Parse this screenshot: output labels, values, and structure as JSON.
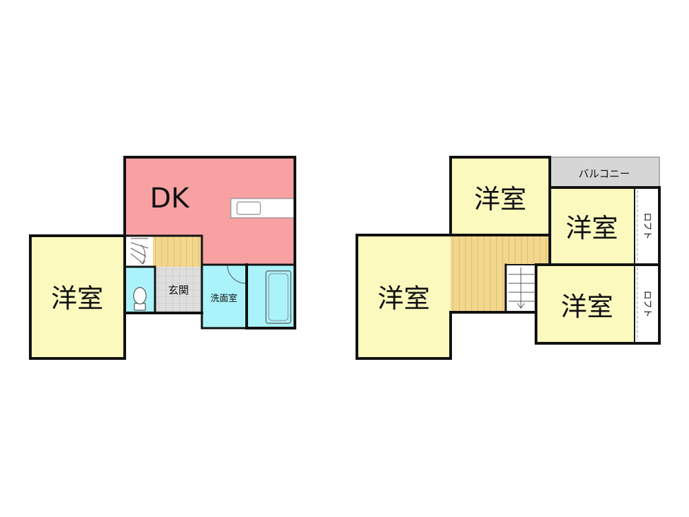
{
  "colors": {
    "wall": "#111111",
    "yoshitsu": "#fbf9be",
    "dk": "#f7a1a3",
    "water": "#aaf3fb",
    "floor_wood": "#f2d78f",
    "floor_wood_line": "#e3c06a",
    "genkan": "#dedede",
    "balcony": "#d6d6d6",
    "loft": "#ffffff",
    "stair": "#ffffff"
  },
  "floor1": {
    "dk_label": "DK",
    "bedroom_label": "洋室",
    "genkan_label": "玄関",
    "senmen_label": "洗面室"
  },
  "floor2": {
    "room_top_label": "洋室",
    "room_left_label": "洋室",
    "room_mid_right_label": "洋室",
    "room_bottom_right_label": "洋室",
    "balcony_label": "バルコニー",
    "loft_upper_label": "ロフト",
    "loft_lower_label": "ロフト"
  }
}
